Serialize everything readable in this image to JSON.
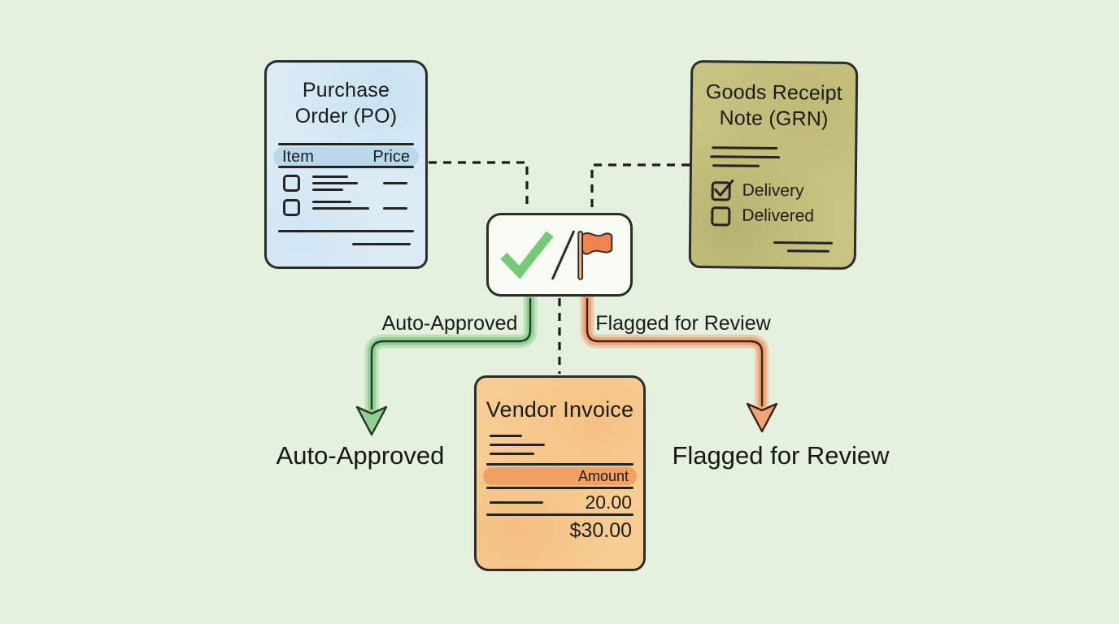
{
  "po_card": {
    "title": "Purchase Order (PO)",
    "columns": [
      "Item",
      "Price"
    ]
  },
  "grn_card": {
    "title": "Goods Receipt Note (GRN)",
    "checklist": [
      {
        "label": "Delivery",
        "checked": true
      },
      {
        "label": "Delivered",
        "checked": false
      }
    ]
  },
  "decision_box": {
    "icons": [
      "check-icon",
      "flag-icon"
    ]
  },
  "invoice_card": {
    "title": "Vendor Invoice",
    "amount_header": "Amount",
    "line_amount": "20.00",
    "total": "$30.00"
  },
  "branches": {
    "approved": {
      "path_label": "Auto-Approved",
      "outcome_label": "Auto-Approved"
    },
    "flagged": {
      "path_label": "Flagged for Review",
      "outcome_label": "Flagged for Review"
    }
  },
  "colors": {
    "background": "#e4f1de",
    "ink": "#232323",
    "po-bg": "#dcecf6",
    "po-band": "#b9d8eb",
    "grn-bg": "#c8c381",
    "invoice-bg": "#f7cd93",
    "invoice-band": "#f0a163",
    "check-green": "#77c877",
    "flag-orange": "#f28350",
    "approved-band": "#93d093",
    "flagged-band": "#f2a478"
  }
}
